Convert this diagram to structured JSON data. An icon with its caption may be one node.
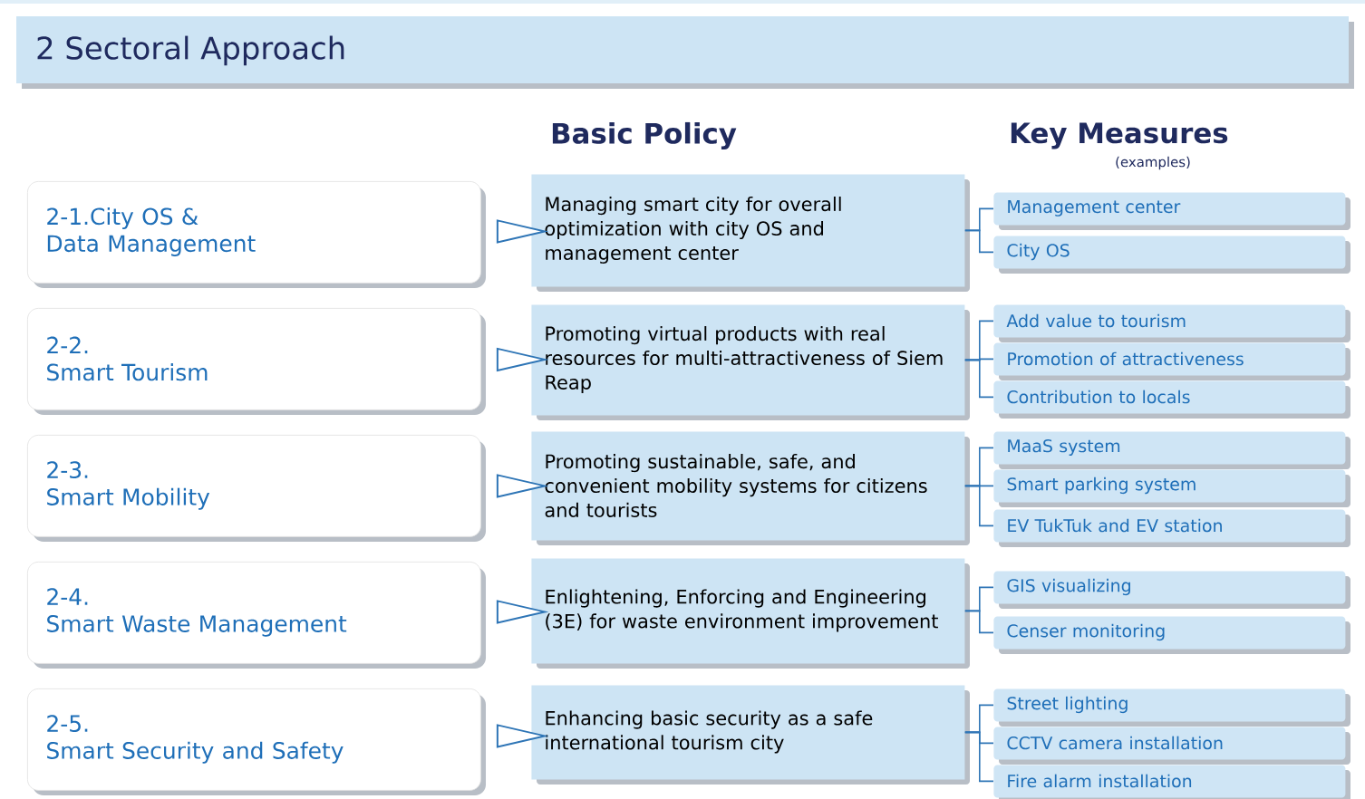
{
  "diagram": {
    "title": "2  Sectoral Approach",
    "nodes": [
      {
        "text": [
          "2-1.City OS &",
          "Data Management"
        ]
      },
      {
        "text": [
          "Managing smart city for overall optimization with city OS and management center"
        ]
      },
      {
        "text": [
          "Management center"
        ]
      },
      {
        "text": [
          "City OS"
        ]
      },
      {
        "text": [
          "2-2.",
          "Smart Tourism"
        ]
      },
      {
        "text": [
          "Promoting virtual products with real resources for multi-attractiveness of Siem Reap"
        ]
      },
      {
        "text": [
          "Add value to tourism"
        ]
      },
      {
        "text": [
          "Promotion of attractiveness"
        ]
      },
      {
        "text": [
          "Contribution to locals"
        ]
      },
      {
        "text": [
          "2-3.",
          "Smart Mobility"
        ]
      },
      {
        "text": [
          "Promoting sustainable, safe, and convenient mobility systems for citizens and tourists"
        ]
      },
      {
        "text": [
          "MaaS system"
        ]
      },
      {
        "text": [
          "Smart parking system"
        ]
      },
      {
        "text": [
          "EV TukTuk and EV station"
        ]
      },
      {
        "text": [
          "2-4.",
          "Smart Waste Management"
        ]
      },
      {
        "text": [
          "Enlightening, Enforcing and Engineering (3E) for waste environment improvement"
        ]
      },
      {
        "text": [
          "GIS visualizing"
        ]
      },
      {
        "text": [
          "Censer monitoring"
        ]
      },
      {
        "text": [
          "2-5.",
          "Smart Security and Safety"
        ]
      },
      {
        "text": [
          "Enhancing basic security as a safe international tourism city"
        ]
      },
      {
        "text": [
          "Street lighting"
        ]
      },
      {
        "text": [
          "CCTV camera installation"
        ]
      },
      {
        "text": [
          "Fire alarm installation"
        ]
      }
    ],
    "edges": [
      {
        "from": 0,
        "to": 1,
        "arrow": "to"
      },
      {
        "from": 1,
        "to": 2,
        "arrow": "none"
      },
      {
        "from": 1,
        "to": 3,
        "arrow": "none"
      },
      {
        "from": 4,
        "to": 5,
        "arrow": "to"
      },
      {
        "from": 5,
        "to": 6,
        "arrow": "none"
      },
      {
        "from": 5,
        "to": 7,
        "arrow": "none"
      },
      {
        "from": 5,
        "to": 8,
        "arrow": "none"
      },
      {
        "from": 9,
        "to": 10,
        "arrow": "to"
      },
      {
        "from": 10,
        "to": 11,
        "arrow": "none"
      },
      {
        "from": 10,
        "to": 12,
        "arrow": "none"
      },
      {
        "from": 10,
        "to": 13,
        "arrow": "none"
      },
      {
        "from": 14,
        "to": 15,
        "arrow": "to"
      },
      {
        "from": 15,
        "to": 16,
        "arrow": "none"
      },
      {
        "from": 15,
        "to": 17,
        "arrow": "none"
      },
      {
        "from": 18,
        "to": 19,
        "arrow": "to"
      },
      {
        "from": 19,
        "to": 20,
        "arrow": "none"
      },
      {
        "from": 19,
        "to": 21,
        "arrow": "none"
      },
      {
        "from": 19,
        "to": 22,
        "arrow": "none"
      }
    ],
    "labels": [
      "Basic Policy",
      "Key Measures",
      "(examples)"
    ]
  }
}
